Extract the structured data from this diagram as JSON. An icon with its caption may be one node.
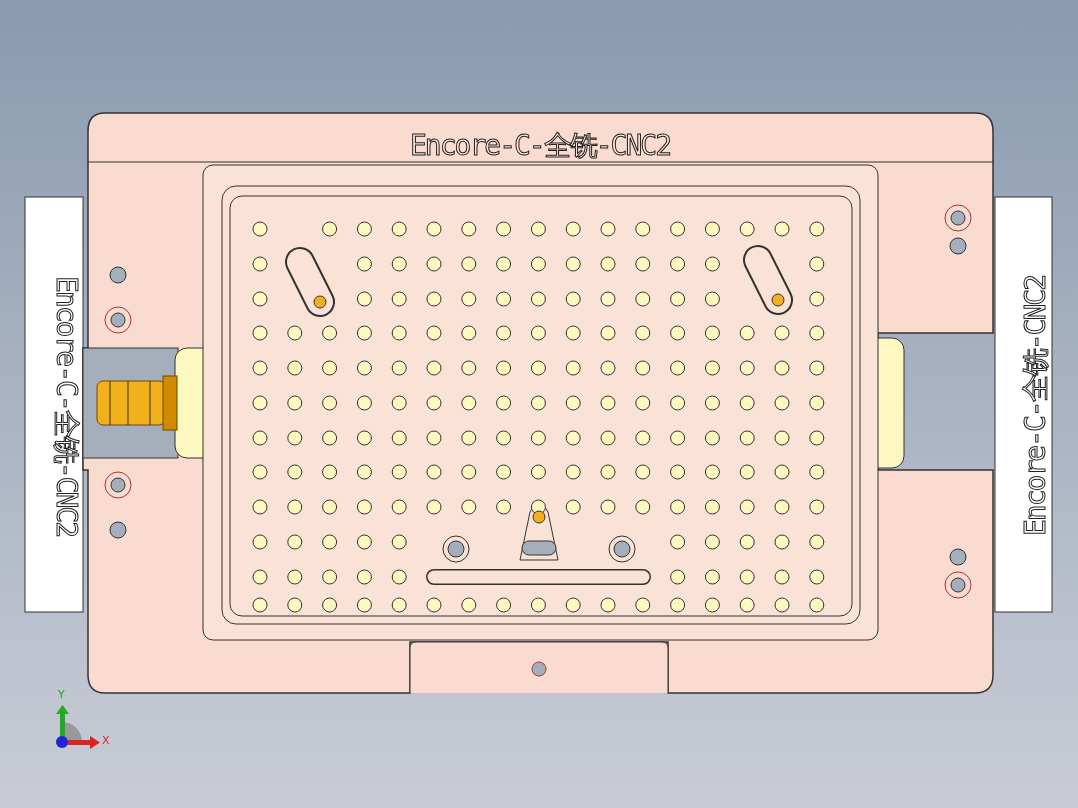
{
  "diagram": {
    "labels": [
      "Encore-C-全铣-CNC2",
      "Encore-C-全铣-CNC2",
      "Encore-C-全铣-CNC2",
      "Y",
      "X"
    ]
  }
}
